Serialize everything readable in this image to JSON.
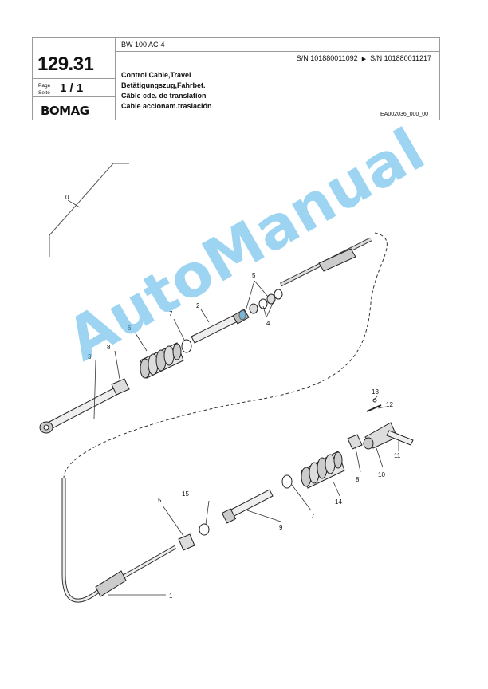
{
  "header": {
    "model": "BW 100 AC-4",
    "serial_from": "S/N 101880011092",
    "arrow": "▶",
    "serial_to": "S/N 101880011217",
    "group_number": "129.31",
    "page_label_1": "Page",
    "page_label_2": "Seite",
    "page_value": "1 / 1",
    "brand": "BOMAG",
    "title_en": "Control Cable,Travel",
    "title_de": "Betätigungszug,Fahrbet.",
    "title_fr": "Câble cde. de translation",
    "title_es": "Cable accionam.traslación",
    "drawing_id": "EA002036_000_00"
  },
  "callouts": {
    "c0": "0",
    "c1": "1",
    "c2": "2",
    "c3": "3",
    "c4": "4",
    "c5a": "5",
    "c5b": "5",
    "c6": "6",
    "c7a": "7",
    "c7b": "7",
    "c8a": "8",
    "c8b": "8",
    "c9": "9",
    "c10": "10",
    "c11": "11",
    "c12": "12",
    "c13": "13",
    "c14": "14",
    "c15": "15"
  },
  "watermark": {
    "text": "AutoManual",
    "color": "#4db2e8"
  }
}
